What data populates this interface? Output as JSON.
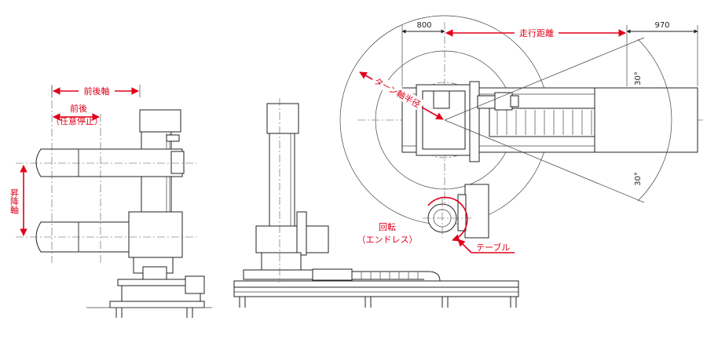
{
  "labels": {
    "front_rear_axis": "前後軸",
    "front_rear": "前後",
    "arbitrary_stop": "（任意停止）",
    "lift_axis": "昇降軸",
    "turn_radius": "ターン軸半径",
    "travel_distance": "走行距離",
    "rotation": "回転",
    "endless": "（エンドレス）",
    "table": "テーブル"
  },
  "dimensions": {
    "d800": "800",
    "d970": "970",
    "angle_top": "30°",
    "angle_bottom": "30°"
  },
  "colors": {
    "accent": "#e0001a",
    "line": "#222222"
  }
}
